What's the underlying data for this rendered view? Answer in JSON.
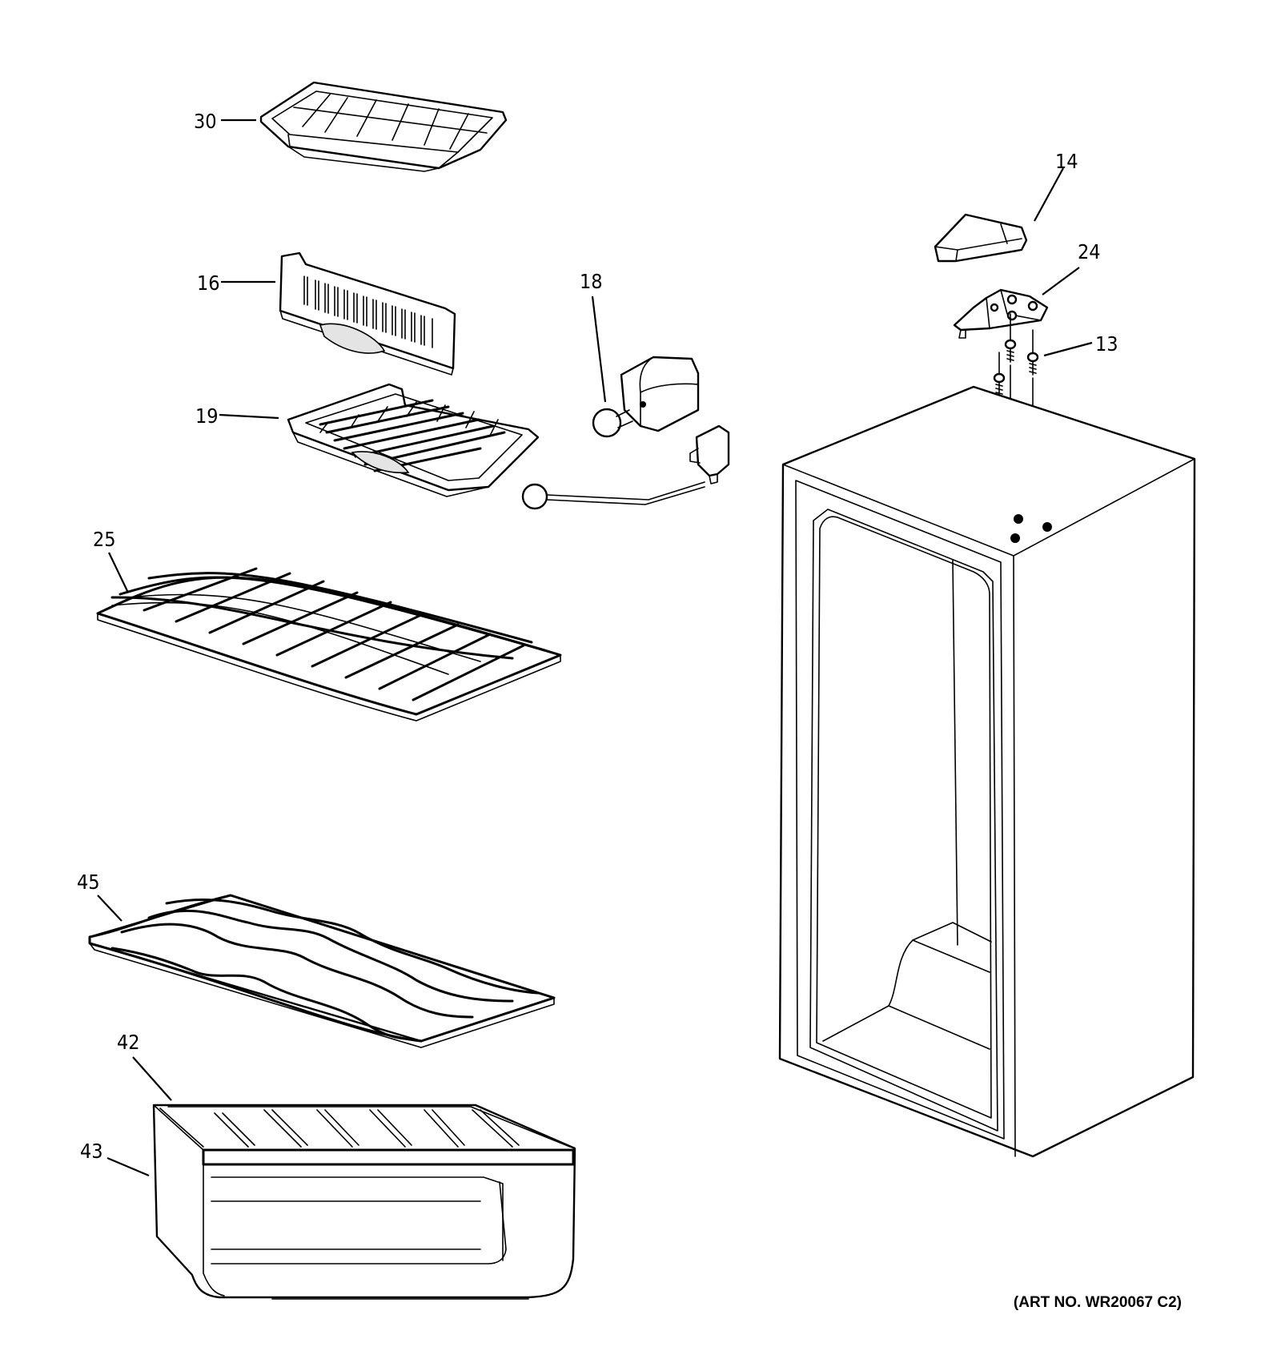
{
  "diagram": {
    "callouts": {
      "c30": "30",
      "c16": "16",
      "c19": "19",
      "c18": "18",
      "c14": "14",
      "c24": "24",
      "c13": "13",
      "c25": "25",
      "c45": "45",
      "c42": "42",
      "c43": "43"
    },
    "art_number": "(ART NO. WR20067 C2)"
  }
}
